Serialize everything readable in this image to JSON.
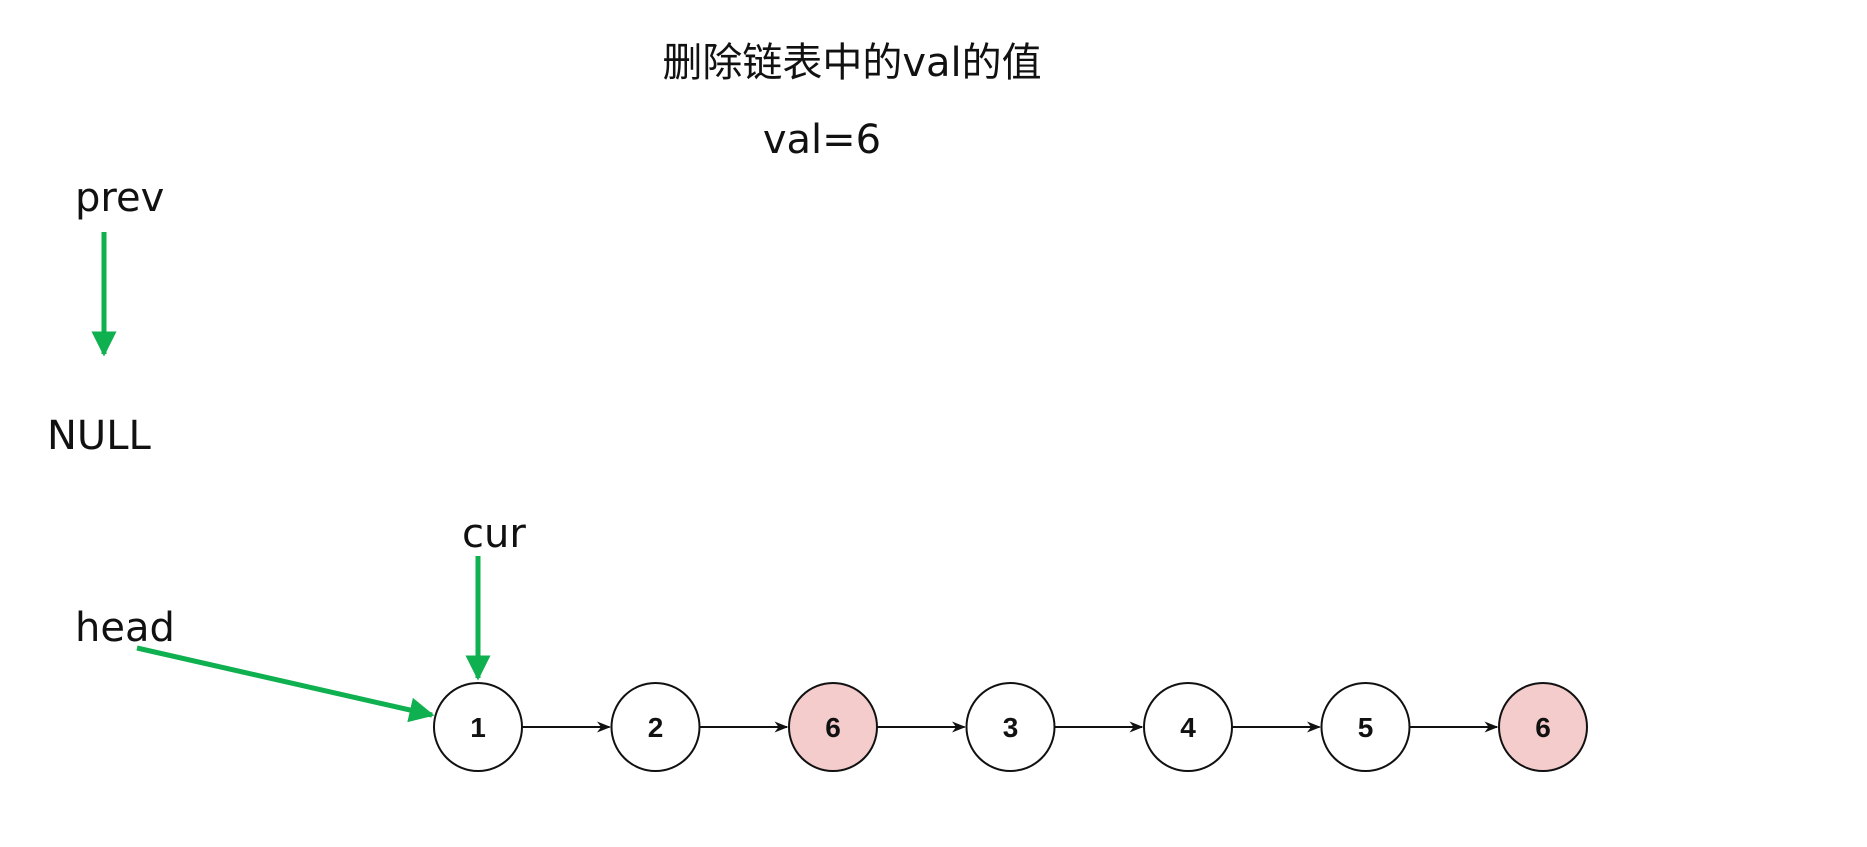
{
  "title": "删除链表中的val的值",
  "subtitle": "val=6",
  "pointers": {
    "prev": "prev",
    "null_label": "NULL",
    "cur": "cur",
    "head": "head"
  },
  "nodes": [
    {
      "value": "1",
      "highlight": false
    },
    {
      "value": "2",
      "highlight": false
    },
    {
      "value": "6",
      "highlight": true
    },
    {
      "value": "3",
      "highlight": false
    },
    {
      "value": "4",
      "highlight": false
    },
    {
      "value": "5",
      "highlight": false
    },
    {
      "value": "6",
      "highlight": true
    }
  ],
  "colors": {
    "pointer_arrow": "#0fb04f",
    "highlight_fill": "#f4cccc",
    "node_fill": "#ffffff",
    "node_stroke": "#111111",
    "link_arrow": "#111111"
  }
}
